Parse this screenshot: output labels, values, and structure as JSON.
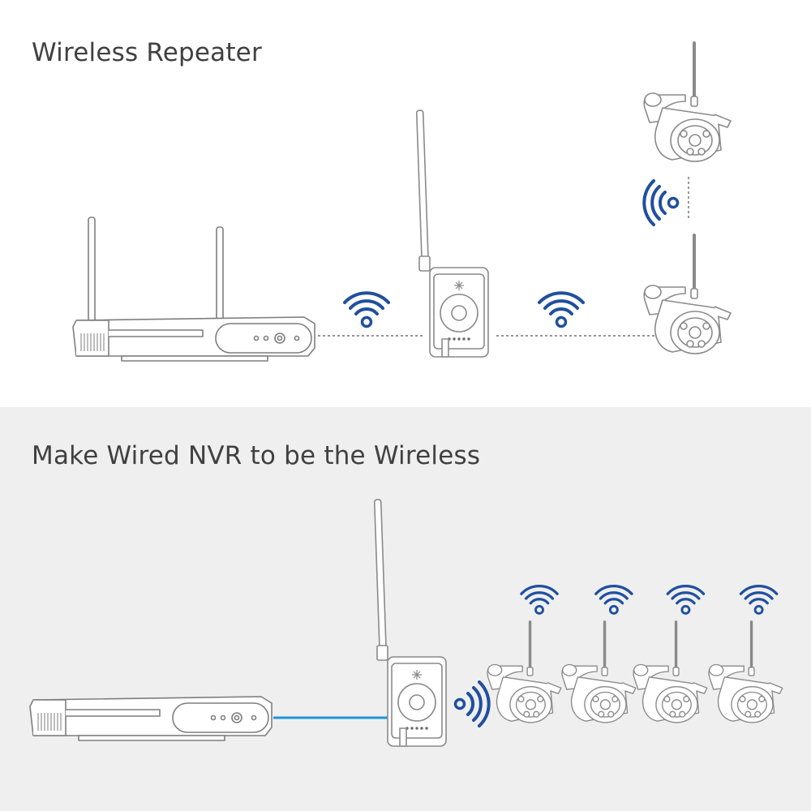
{
  "sections": {
    "top": {
      "title": "Wireless Repeater"
    },
    "bottom": {
      "title": "Make Wired NVR to be the Wireless"
    }
  },
  "colors": {
    "wifi": "#1f4fa0",
    "cable": "#1d96d8",
    "outline": "#808080",
    "top_background": "#ffffff",
    "bottom_background": "#efefef",
    "title_text": "#404040"
  },
  "icons": {
    "nvr": "nvr-recorder-icon",
    "repeater": "wifi-repeater-icon",
    "camera": "bullet-camera-icon",
    "wifi": "wifi-signal-icon"
  },
  "counts": {
    "top_cameras": 2,
    "bottom_cameras": 4
  }
}
